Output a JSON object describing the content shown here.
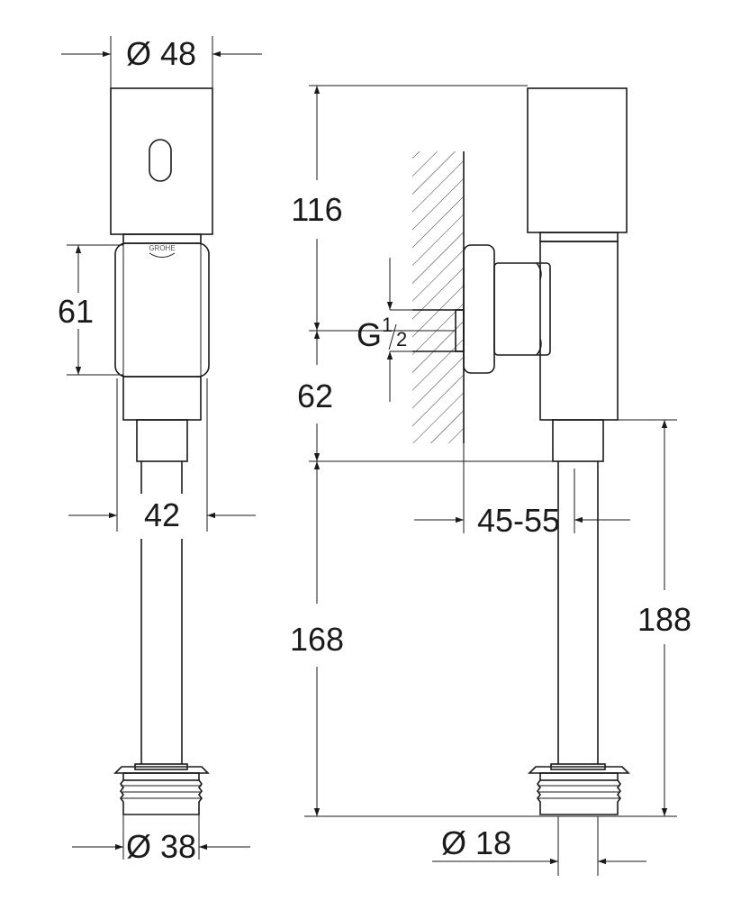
{
  "drawing": {
    "brand_mark": "GROHE",
    "front_view": {
      "top_diameter": "Ø 48",
      "button_height": "61",
      "body_width": "42",
      "bottom_diameter": "Ø 38"
    },
    "side_view": {
      "top_height": "116",
      "thread_prefix": "G",
      "thread_numerator": "1",
      "thread_denominator": "2",
      "lower_height": "62",
      "wall_range": "45-55",
      "pipe_height": "168",
      "outlet_height": "188",
      "pipe_diameter": "Ø 18"
    }
  }
}
